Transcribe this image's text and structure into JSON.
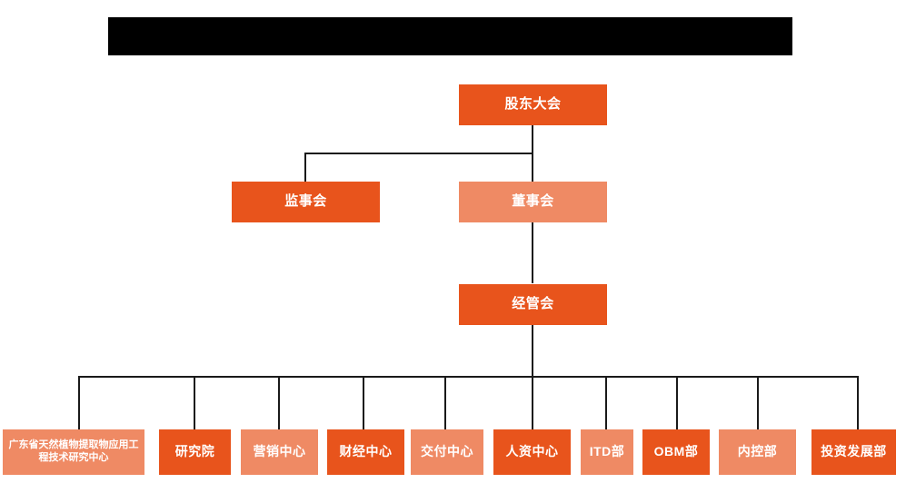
{
  "diagram": {
    "type": "organization-chart",
    "title_banner": {
      "label": "",
      "state": "redacted",
      "color": "#000000"
    },
    "colors": {
      "background": "#FFFFFF",
      "accent_dark": "#E8541C",
      "accent_light": "#EF8A64",
      "connector": "#1A1A1A",
      "node_text": "#FFFFFF"
    },
    "levels": [
      {
        "level": 1,
        "nodes": [
          {
            "id": "shareholders",
            "label": "股东大会",
            "tone": "dark"
          }
        ]
      },
      {
        "level": 2,
        "nodes": [
          {
            "id": "supervisors",
            "label": "监事会",
            "tone": "dark"
          },
          {
            "id": "directors",
            "label": "董事会",
            "tone": "light"
          }
        ]
      },
      {
        "level": 3,
        "nodes": [
          {
            "id": "management",
            "label": "经管会",
            "tone": "dark"
          }
        ]
      },
      {
        "level": 4,
        "nodes": [
          {
            "id": "research-center",
            "label": "广东省天然植物提取物应用工程技术研究中心",
            "tone": "light"
          },
          {
            "id": "institute",
            "label": "研究院",
            "tone": "dark"
          },
          {
            "id": "marketing",
            "label": "营销中心",
            "tone": "light"
          },
          {
            "id": "finance",
            "label": "财经中心",
            "tone": "dark"
          },
          {
            "id": "delivery",
            "label": "交付中心",
            "tone": "light"
          },
          {
            "id": "hr",
            "label": "人资中心",
            "tone": "dark"
          },
          {
            "id": "itd",
            "label": "ITD部",
            "tone": "light"
          },
          {
            "id": "obm",
            "label": "OBM部",
            "tone": "dark"
          },
          {
            "id": "internal-control",
            "label": "内控部",
            "tone": "light"
          },
          {
            "id": "investment",
            "label": "投资发展部",
            "tone": "dark"
          }
        ]
      }
    ]
  }
}
